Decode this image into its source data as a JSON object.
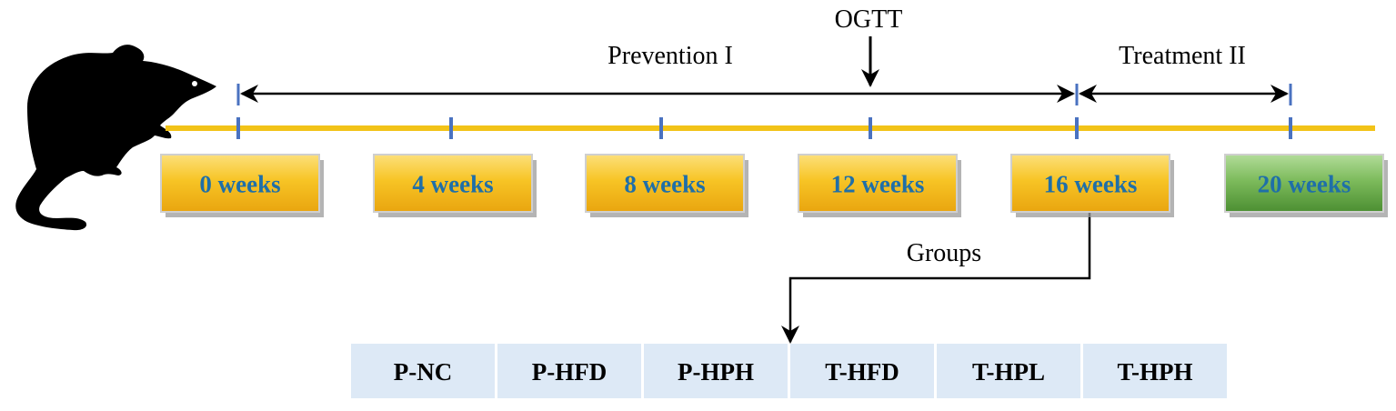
{
  "diagram": {
    "annotations": {
      "ogtt": "OGTT",
      "prevention": "Prevention I",
      "treatment": "Treatment II",
      "groups": "Groups"
    },
    "timepoints": [
      {
        "label": "0 weeks",
        "style": "gold"
      },
      {
        "label": "4 weeks",
        "style": "gold"
      },
      {
        "label": "8 weeks",
        "style": "gold"
      },
      {
        "label": "12 weeks",
        "style": "gold"
      },
      {
        "label": "16 weeks",
        "style": "gold"
      },
      {
        "label": "20 weeks",
        "style": "green"
      }
    ],
    "groups": [
      "P-NC",
      "P-HFD",
      "P-HPH",
      "T-HFD",
      "T-HPL",
      "T-HPH"
    ],
    "colors": {
      "timeline": "#f2c318",
      "tick": "#4a72c0",
      "box_gold_top": "#fcd85a",
      "box_gold_bottom": "#eaa812",
      "box_green_top": "#a3d38b",
      "box_green_bottom": "#4c8f32",
      "week_text": "#1f6fa8",
      "group_cell": "#dde9f6"
    }
  }
}
